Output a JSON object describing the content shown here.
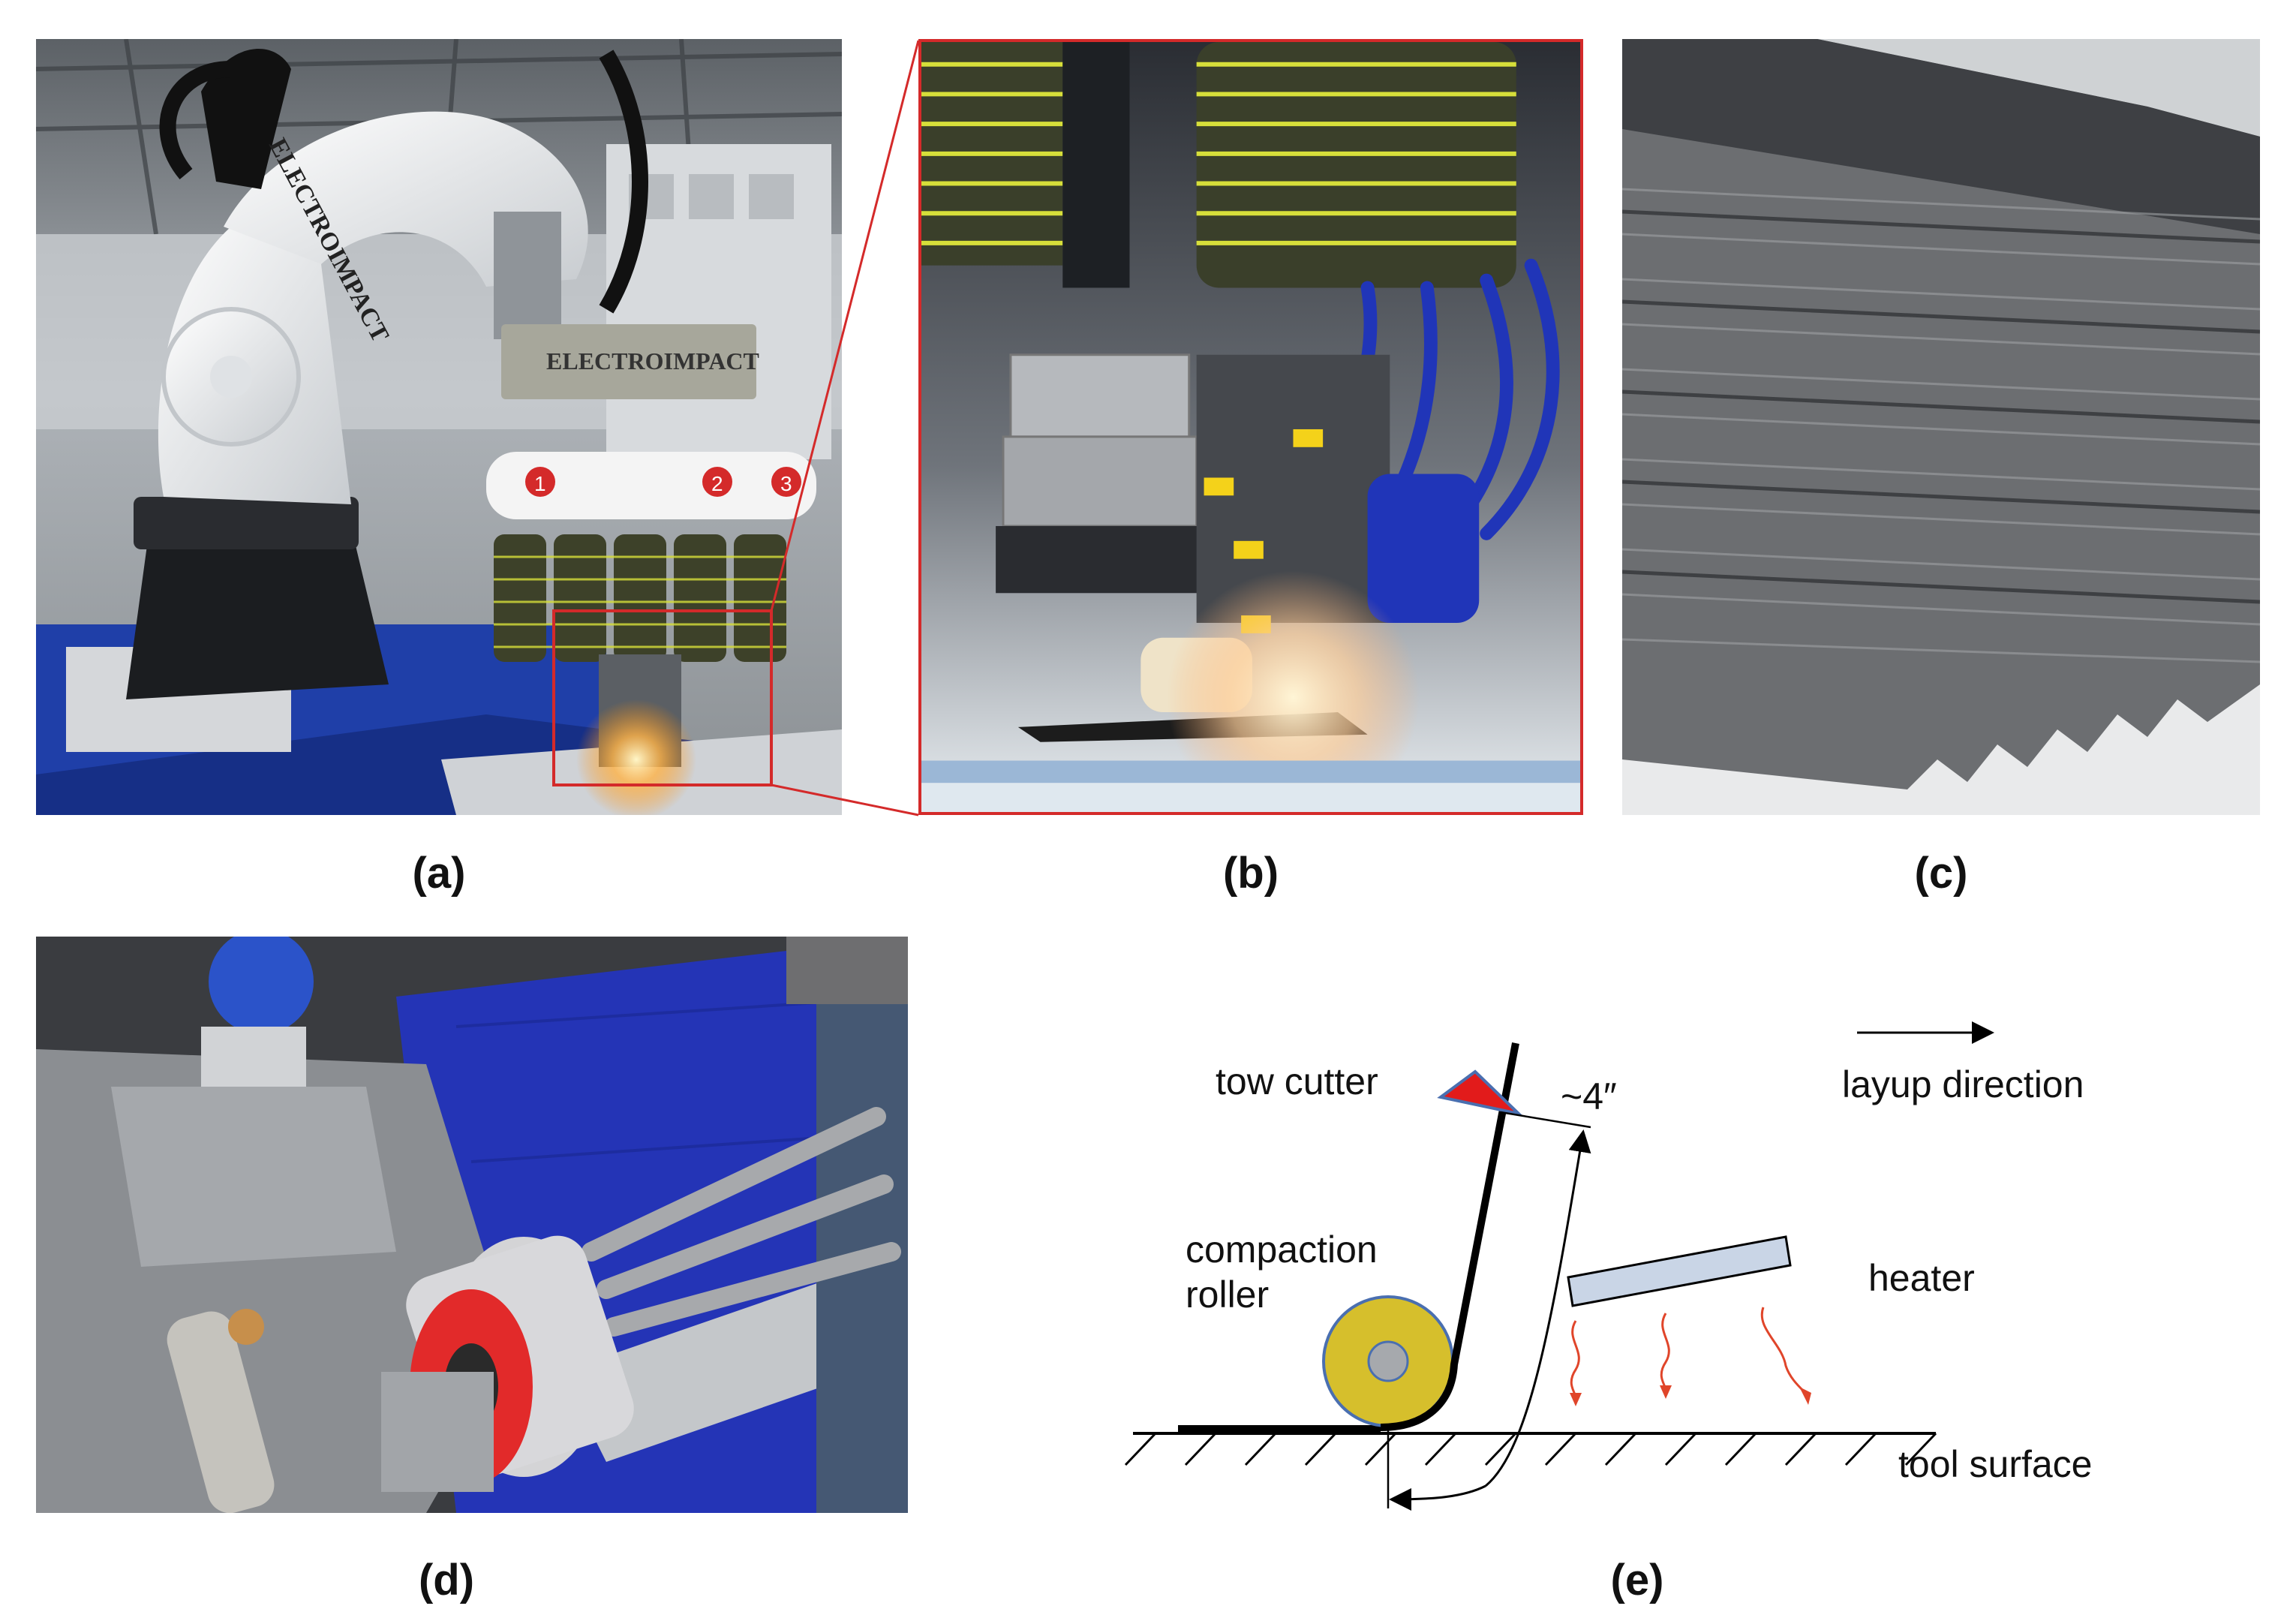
{
  "captions": {
    "a": "(a)",
    "b": "(b)",
    "c": "(c)",
    "d": "(d)",
    "e": "(e)"
  },
  "robot_branding": {
    "arm_text": "ELECTROIMPACT",
    "head_text": "ELECTROIMPACT",
    "spool_numbers": [
      "1",
      "2",
      "3"
    ]
  },
  "diagram_e": {
    "tow_cutter": "tow cutter",
    "compaction_roller_line1": "compaction",
    "compaction_roller_line2": "roller",
    "distance": "~4″",
    "layup_direction": "layup direction",
    "heater": "heater",
    "tool_surface": "tool surface"
  },
  "colors": {
    "robot_white": "#eef0f2",
    "machine_blue": "#1f3fa8",
    "spool_yellow": "#d7df3a",
    "callout_red": "#d42a2a",
    "roller_yellow": "#d6bf2c",
    "roller_core": "#a6a9ad",
    "heater_fill": "#c9d5e6",
    "heat_wave_red": "#e0452a",
    "cutter_red": "#e21b1b"
  }
}
